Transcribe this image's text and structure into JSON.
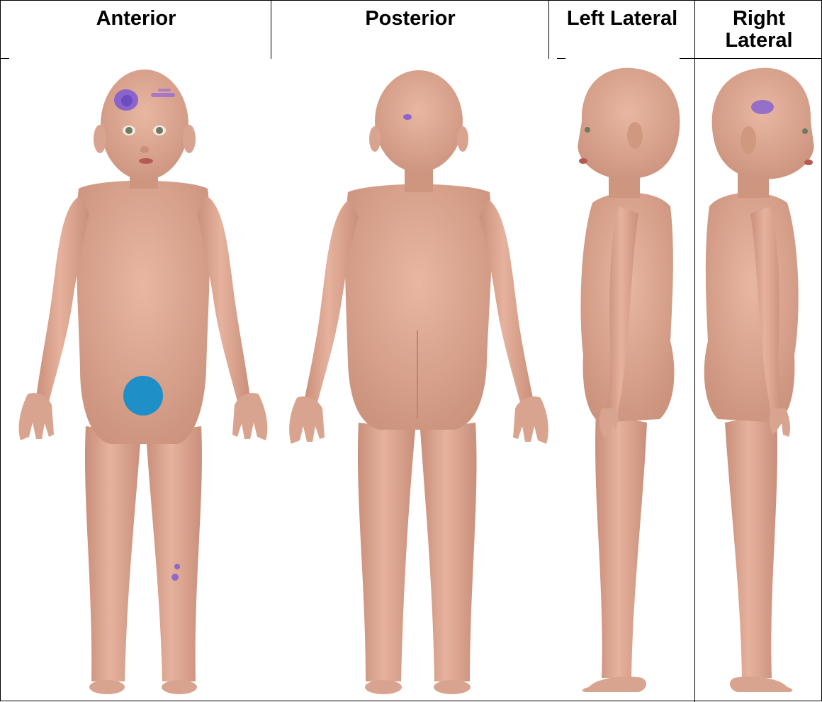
{
  "headers": {
    "anterior": "Anterior",
    "posterior": "Posterior",
    "left_lateral": "Left Lateral",
    "right_lateral_line1": "Right",
    "right_lateral_line2": "Lateral"
  },
  "colors": {
    "skin": "#e2ad97",
    "skin_shadow": "#c98f7a",
    "skin_dark": "#b87a66",
    "bruise": "#7b58d6",
    "bruise_light": "#9b7ae0",
    "blur_dot": "#1f8fc8",
    "lip": "#b55a55",
    "eye": "#6f7a60"
  },
  "marks": {
    "forehead_bruise": "bruise",
    "brow_bruise": "bruise",
    "knee_bruises": "bruise",
    "posterior_head_bruise": "bruise",
    "right_lateral_head_bruise": "bruise",
    "genital_censor": "blur-dot"
  }
}
